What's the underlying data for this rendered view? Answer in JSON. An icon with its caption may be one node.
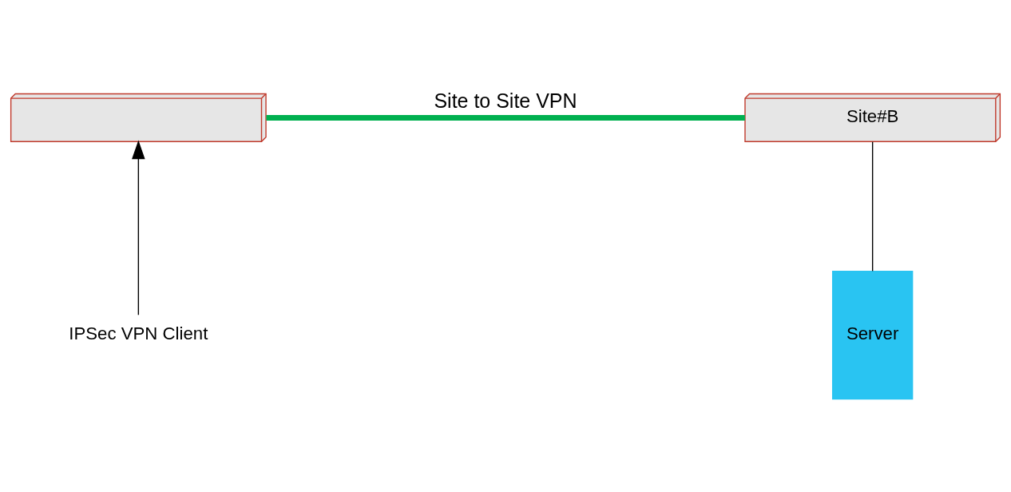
{
  "diagram": {
    "nodes": [
      {
        "text": [],
        "shape": "box"
      },
      {
        "text": [
          "Site#B"
        ]
      },
      {
        "text": [
          "IPSec VPN Client"
        ]
      },
      {
        "text": [
          "Server"
        ]
      }
    ],
    "edges": [
      {
        "from": 0,
        "to": 1,
        "arrow": "none",
        "label": "Site to Site VPN",
        "style": "thick",
        "color": "#00b050"
      },
      {
        "from": 2,
        "to": 0,
        "arrow": "to"
      },
      {
        "from": 1,
        "to": 3,
        "arrow": "none"
      }
    ]
  }
}
